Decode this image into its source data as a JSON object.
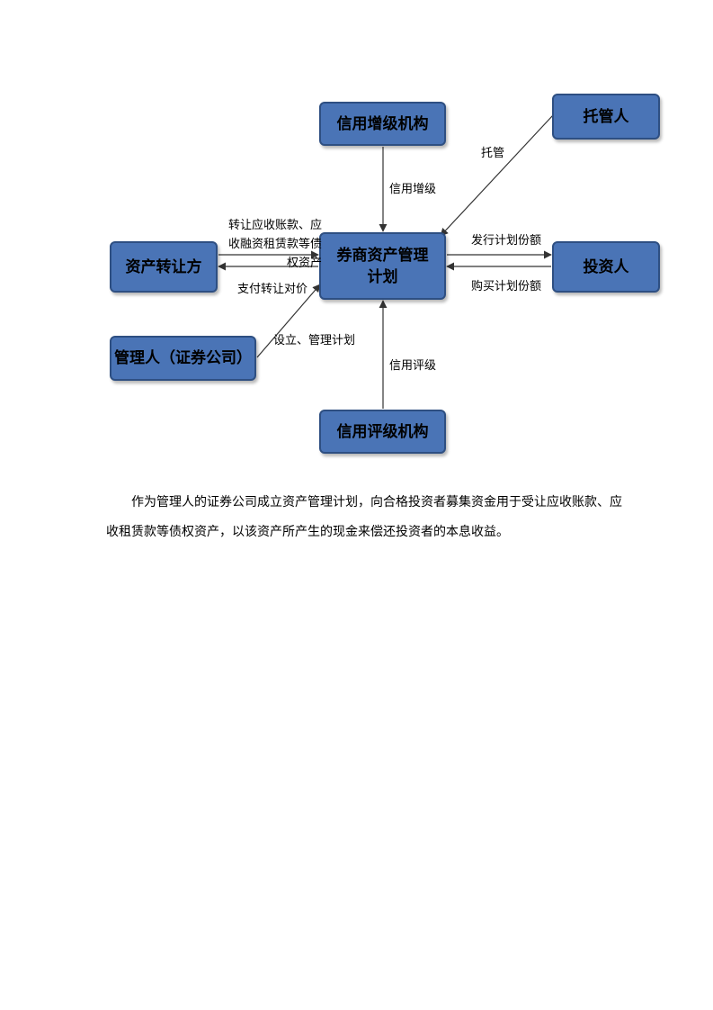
{
  "diagram": {
    "nodes": {
      "credit_enhancement_agency": "信用增级机构",
      "custodian": "托管人",
      "transferor": "资产转让方",
      "plan": "券商资产管理计划",
      "investor": "投资人",
      "manager": "管理人（证券公司）",
      "credit_rating_agency": "信用评级机构"
    },
    "edge_labels": {
      "credit_enhancement": "信用增级",
      "custody": "托管",
      "transfer_assets": "转让应收账款、应收融资租赁款等债权资产",
      "pay_transfer_price": "支付转让对价",
      "issue_shares": "发行计划份额",
      "buy_shares": "购买计划份额",
      "setup_manage": "设立、管理计划",
      "credit_rating": "信用评级"
    }
  },
  "paragraph": "作为管理人的证券公司成立资产管理计划，向合格投资者募集资金用于受让应收账款、应收租赁款等债权资产，以该资产所产生的现金来偿还投资者的本息收益。",
  "colors": {
    "node_fill": "#4a74b6",
    "node_border": "#2e4f82",
    "arrow": "#333333"
  }
}
